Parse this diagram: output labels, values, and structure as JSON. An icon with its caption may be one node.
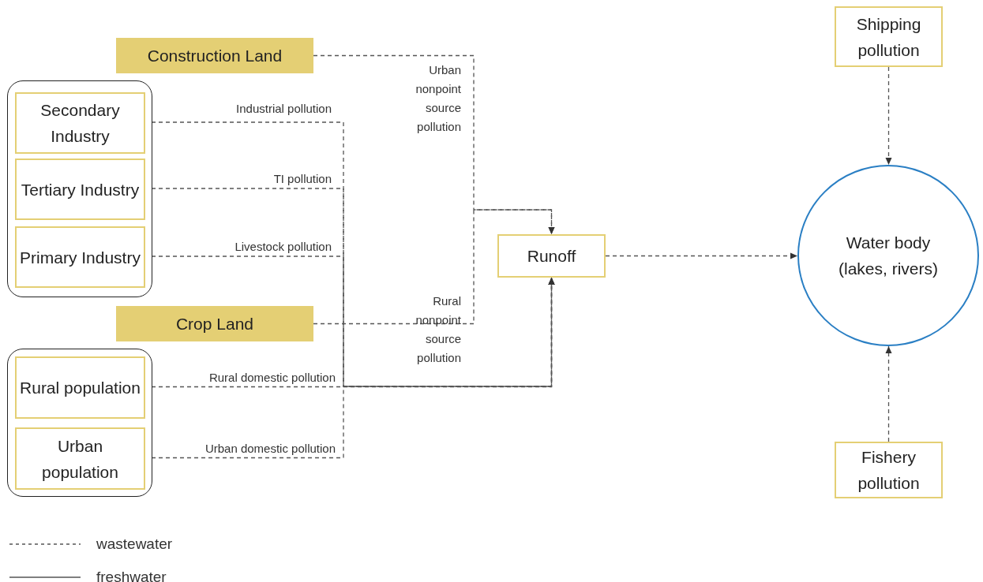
{
  "diagram": {
    "nodes": [
      {
        "text": [
          "Construction Land"
        ]
      },
      {
        "text": [],
        "shape": "box"
      },
      {
        "text": [
          "Secondary Industry"
        ],
        "in": 1
      },
      {
        "text": [
          "Tertiary Industry"
        ],
        "in": 1
      },
      {
        "text": [
          "Primary Industry"
        ],
        "in": 1
      },
      {
        "text": [
          "Crop Land"
        ]
      },
      {
        "text": [],
        "shape": "box"
      },
      {
        "text": [
          "Rural population"
        ],
        "in": 6
      },
      {
        "text": [
          "Urban population"
        ],
        "in": 6
      },
      {
        "text": [
          "Runoff"
        ]
      },
      {
        "text": [
          "Water body (lakes, rivers)"
        ]
      },
      {
        "text": [
          "Shipping pollution"
        ]
      },
      {
        "text": [
          "Fishery pollution"
        ]
      }
    ],
    "edges": [
      {
        "from": 0,
        "to": 9,
        "arrow": "to",
        "style": "dashed",
        "label": "Urban nonpoint source pollution"
      },
      {
        "from": 5,
        "to": 9,
        "arrow": "to",
        "style": "dashed",
        "label": "Rural nonpoint source pollution"
      },
      {
        "from": 2,
        "to": 9,
        "arrow": "to",
        "style": "dashed",
        "label": "Industrial pollution"
      },
      {
        "from": 3,
        "to": 9,
        "arrow": "to",
        "style": "dashed",
        "label": "TI pollution"
      },
      {
        "from": 4,
        "to": 9,
        "arrow": "to",
        "style": "dashed",
        "label": "Livestock pollution"
      },
      {
        "from": 7,
        "to": 9,
        "arrow": "to",
        "style": "dashed",
        "label": "Rural domestic pollution"
      },
      {
        "from": 8,
        "to": 9,
        "arrow": "to",
        "style": "dashed",
        "label": "Urban domestic pollution"
      },
      {
        "from": 9,
        "to": 10,
        "arrow": "to",
        "style": "dashed"
      },
      {
        "from": 11,
        "to": 10,
        "arrow": "to",
        "style": "dashed"
      },
      {
        "from": 12,
        "to": 10,
        "arrow": "to",
        "style": "dashed"
      }
    ],
    "legend": [
      {
        "text": "wastewater"
      },
      {
        "text": "freshwater"
      }
    ]
  }
}
